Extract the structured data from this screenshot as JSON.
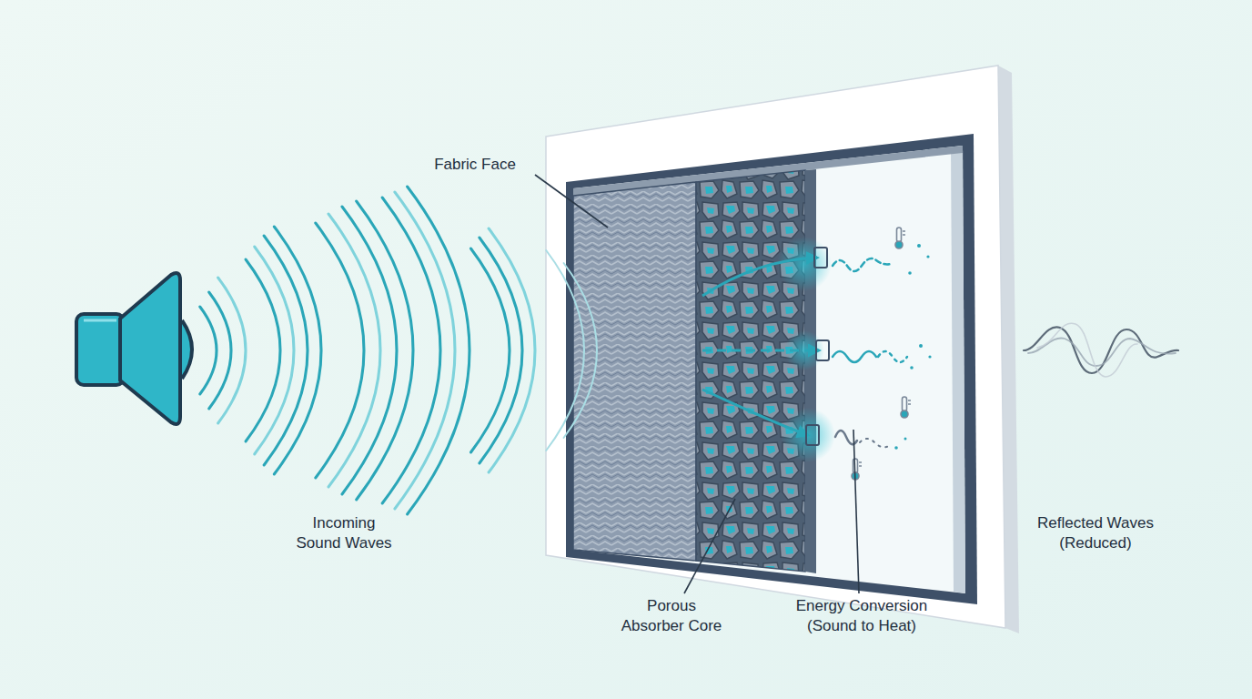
{
  "diagram": {
    "labels": [
      "Incoming Sound Waves",
      "Fabric Face",
      "Porous Absorber Core",
      "Energy Conversion (Sound to Heat)",
      "Reflected Waves (Reduced)"
    ]
  }
}
